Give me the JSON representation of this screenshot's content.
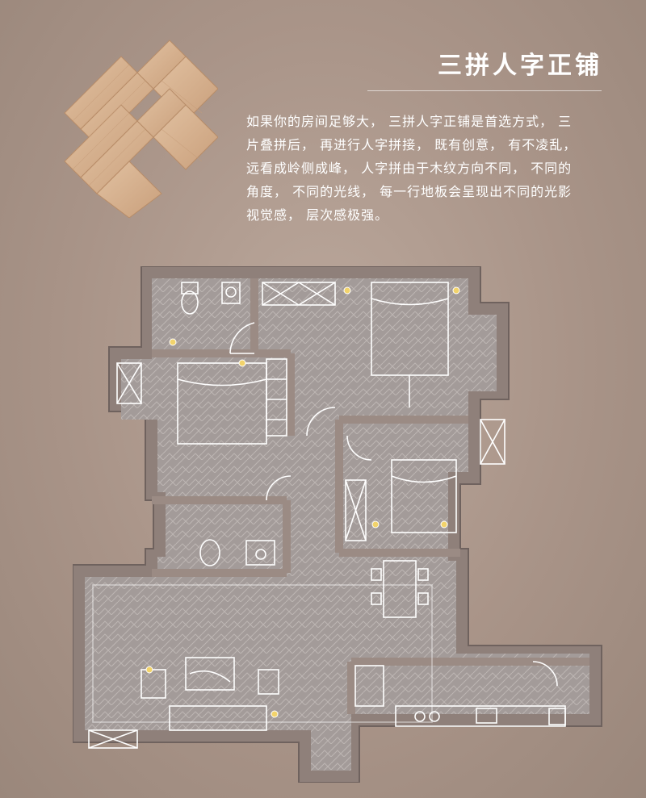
{
  "header": {
    "title": "三拼人字正铺"
  },
  "description": {
    "lines": [
      "如果你的房间足够大， 三拼人字正铺是首选方式， 三",
      "片叠拼后， 再进行人字拼接， 既有创意， 有不凌乱，",
      "远看成岭侧成峰， 人字拼由于木纹方向不同， 不同的",
      "角度， 不同的光线， 每一行地板会呈现出不同的光影",
      "视觉感， 层次感极强。"
    ]
  },
  "colors": {
    "background": "#a99488",
    "wall": "#9b8b84",
    "floor": "#a39b99",
    "plan_line": "#ffffff",
    "wood_tile": "#d8b493",
    "accent_fixture": "#f2d36b"
  },
  "icons": {
    "pattern_logo": "herringbone-tile-icon",
    "floor_plan": "floor-plan-illustration"
  }
}
